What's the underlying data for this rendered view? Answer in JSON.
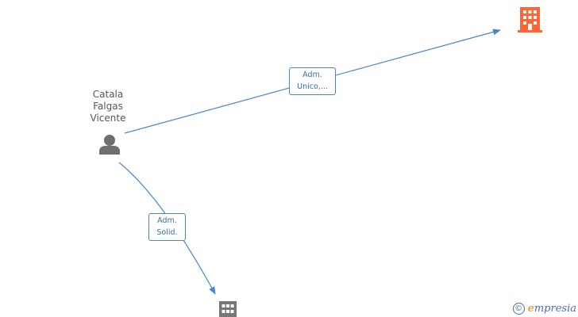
{
  "person": {
    "name_lines": [
      "Catala",
      "Falgas",
      "Vicente"
    ]
  },
  "relations": [
    {
      "label_lines": [
        "Adm.",
        "Unico,..."
      ]
    },
    {
      "label_lines": [
        "Adm.",
        "Solid."
      ]
    }
  ],
  "watermark": {
    "symbol": "©",
    "brand_initial": "e",
    "brand_rest": "mpresia"
  },
  "colors": {
    "edge": "#4a86c8",
    "person_icon": "#6e6e6e",
    "company_active": "#ff6633",
    "company_inactive": "#777777"
  },
  "icons": {
    "person": "person-icon",
    "company": "building-icon"
  }
}
